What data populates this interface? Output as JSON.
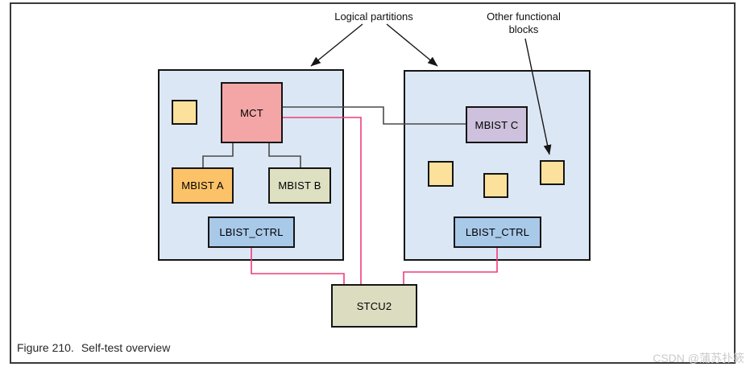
{
  "figure": {
    "caption_label": "Figure 210.",
    "caption_title": "Self-test overview"
  },
  "annotations": {
    "logical_partitions": "Logical partitions",
    "other_functional_blocks": "Other functional\nblocks"
  },
  "blocks": {
    "mct": "MCT",
    "mbist_a": "MBIST A",
    "mbist_b": "MBIST B",
    "mbist_c": "MBIST C",
    "lbist_ctrl": "LBIST_CTRL",
    "stcu2": "STCU2"
  },
  "watermark": "CSDN @蒲苏扑簌",
  "colors": {
    "partition_fill": "#dce7f5",
    "mct_fill": "#f4a6a6",
    "mbist_a_fill": "#fbc268",
    "mbist_b_fill": "#dee0c2",
    "mbist_c_fill": "#cdc1dd",
    "lbist_fill": "#a9c9e9",
    "stcu2_fill": "#dcddc0",
    "small_block_fill": "#fbe19b",
    "wire_pink": "#ee3d7a",
    "wire_gray": "#4a4a4a"
  }
}
